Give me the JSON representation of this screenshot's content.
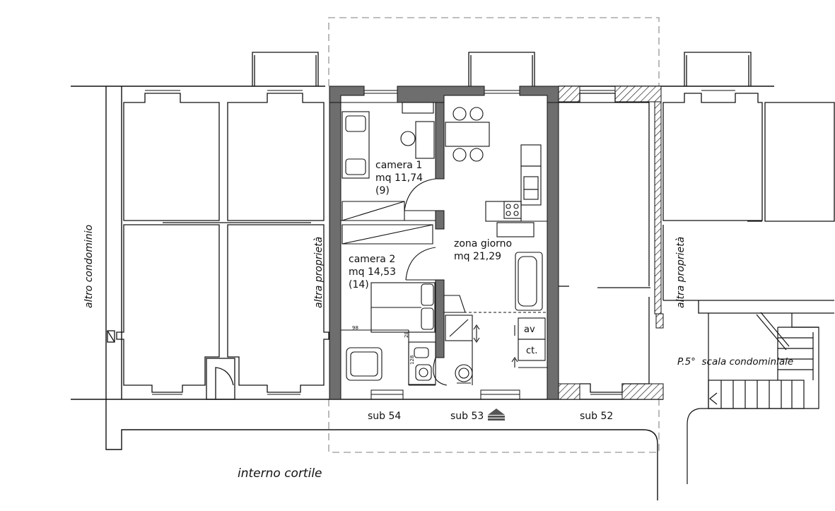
{
  "rooms": {
    "camera1": {
      "name": "camera 1",
      "area": "mq 11,74",
      "note": "(9)"
    },
    "camera2": {
      "name": "camera 2",
      "area": "mq 14,53",
      "note": "(14)"
    },
    "zona_giorno": {
      "name": "zona giorno",
      "area": "mq 21,29"
    }
  },
  "labels": {
    "altro_condominio": "altro condominio",
    "altra_proprieta_left": "altra proprietà",
    "altra_proprieta_right": "altra proprietà",
    "scala": "P.5°  scala condominiale",
    "cortile": "interno cortile",
    "sub54": "sub 54",
    "sub53": "sub 53",
    "sub52": "sub 52",
    "av": "av",
    "ct": "ct.",
    "dim98": "98",
    "dim28": "28",
    "dim128": "128"
  },
  "colors": {
    "wall": "#6e6e6e",
    "line": "#111111",
    "dash": "#aaaaaa",
    "hatch": "#222222"
  }
}
